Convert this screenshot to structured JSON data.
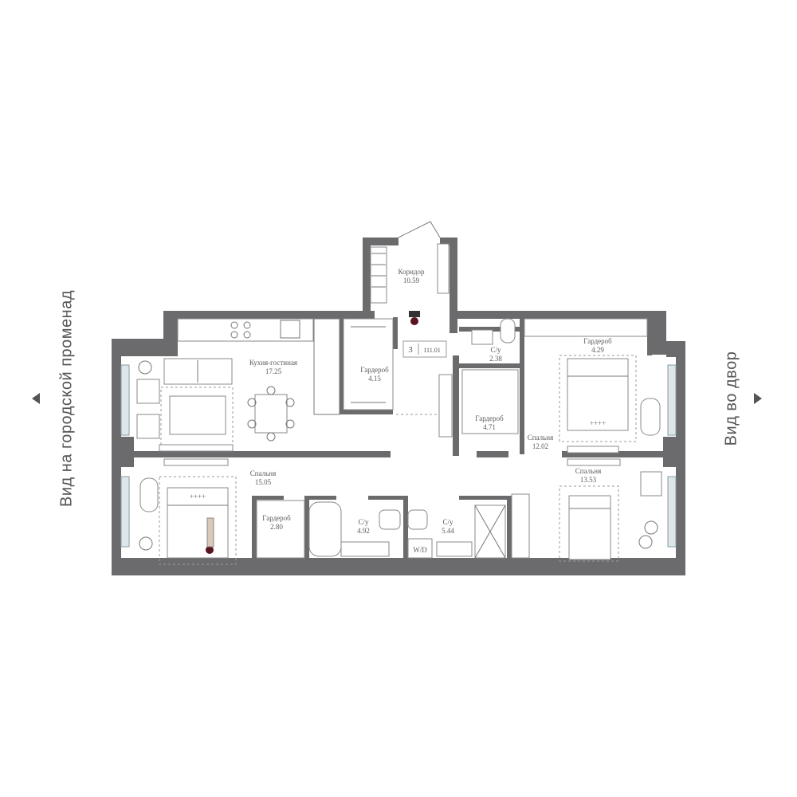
{
  "views": {
    "left": "Вид на городской променад",
    "right": "Вид во двор"
  },
  "apartment": {
    "rooms_count": "3",
    "total_area": "111.01"
  },
  "rooms": {
    "corridor": {
      "name": "Коридор",
      "area": "10.59"
    },
    "kitchen": {
      "name": "Кухня-гостиная",
      "area": "17.25"
    },
    "wardrobe_center": {
      "name": "Гардероб",
      "area": "4.15"
    },
    "wc_small": {
      "name": "С/у",
      "area": "2.38"
    },
    "wardrobe_right_top": {
      "name": "Гардероб",
      "area": "4.29"
    },
    "wardrobe_mid": {
      "name": "Гардероб",
      "area": "4.71"
    },
    "bedroom_right_top": {
      "name": "Спальня",
      "area": "12.02"
    },
    "bedroom_left": {
      "name": "Спальня",
      "area": "15.05"
    },
    "bedroom_right_bottom": {
      "name": "Спальня",
      "area": "13.53"
    },
    "wardrobe_left": {
      "name": "Гардероб",
      "area": "2.80"
    },
    "bath_1": {
      "name": "С/у",
      "area": "4.92"
    },
    "bath_2": {
      "name": "С/у",
      "area": "5.44"
    }
  },
  "labels": {
    "washer": "W/D",
    "bed_marks": "++++"
  },
  "colors": {
    "walls": "#6b6b6d",
    "window_glass": "#dfe6ea",
    "person_accent": "#5a1420"
  }
}
